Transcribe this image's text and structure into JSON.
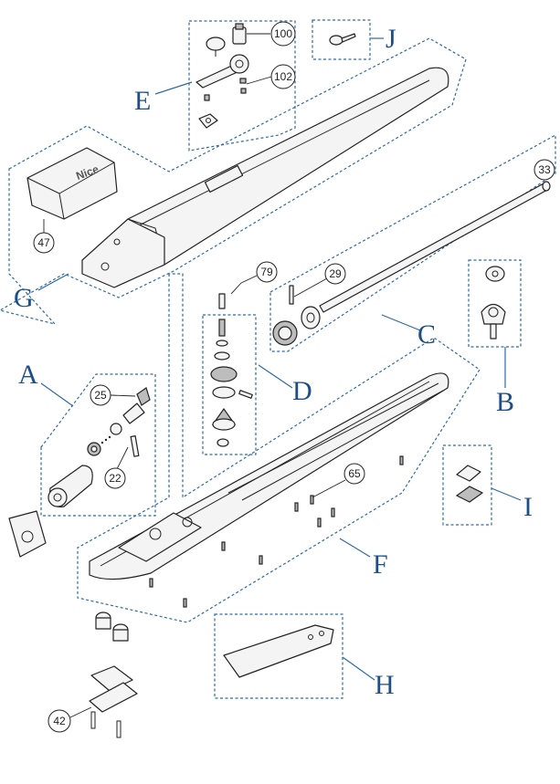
{
  "groups": {
    "A": "A",
    "B": "B",
    "C": "C",
    "D": "D",
    "E": "E",
    "F": "F",
    "G": "G",
    "H": "H",
    "I": "I",
    "J": "J"
  },
  "callouts": {
    "n100": "100",
    "n102": "102",
    "n47": "47",
    "n33": "33",
    "n79": "79",
    "n29": "29",
    "n25": "25",
    "n22": "22",
    "n65": "65",
    "n42": "42"
  },
  "cover_brand": "Nice",
  "colors": {
    "dashed_outline": "#2f6aa7",
    "group_letter": "#1d4f86"
  }
}
